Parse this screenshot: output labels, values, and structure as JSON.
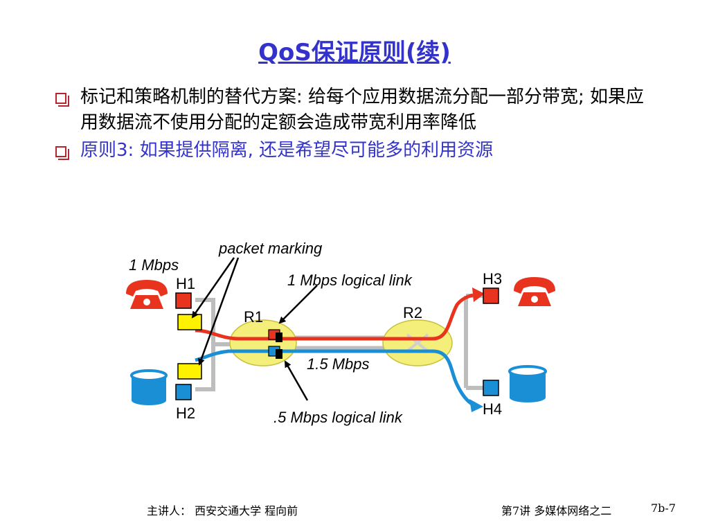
{
  "slide": {
    "title": "QoS保证原则(续)",
    "bullets": [
      "标记和策略机制的替代方案: 给每个应用数据流分配一部分带宽; 如果应用数据流不使用分配的定额会造成带宽利用率降低",
      "原则3: 如果提供隔离, 还是希望尽可能多的利用资源"
    ]
  },
  "diagram": {
    "labels": {
      "packet_marking": "packet marking",
      "h1_rate": "1 Mbps",
      "h1": "H1",
      "h2": "H2",
      "h3": "H3",
      "h4": "H4",
      "r1": "R1",
      "r2": "R2",
      "logical_link_1": "1 Mbps logical link",
      "logical_link_05": ".5 Mbps logical link",
      "link_rate": "1.5 Mbps"
    },
    "icons": [
      "phone-icon-left",
      "phone-icon-right",
      "disk-icon-left",
      "disk-icon-right"
    ],
    "colors": {
      "red_flow": "#e8331f",
      "blue_flow": "#1b8fd6",
      "router": "#f4ef7a",
      "link": "#bdbdbd"
    }
  },
  "footer": {
    "left": "主讲人： 西安交通大学 程向前",
    "right": "第7讲 多媒体网络之二",
    "page": "7b-7"
  }
}
